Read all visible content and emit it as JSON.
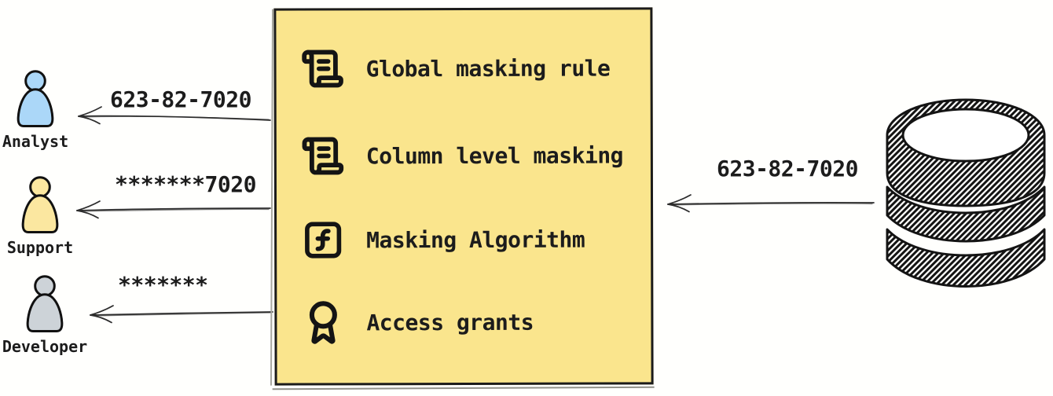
{
  "personas": [
    {
      "icon": "person-icon",
      "label": "Analyst",
      "received_value": "623-82-7020",
      "fill": "#ABD7F8"
    },
    {
      "icon": "person-icon",
      "label": "Support",
      "received_value": "*******7020",
      "fill": "#FBE7A0"
    },
    {
      "icon": "person-icon",
      "label": "Developer",
      "received_value": "*******",
      "fill": "#CDD3D8"
    }
  ],
  "masking_box": {
    "fill": "#FAE58D",
    "items": [
      {
        "icon": "scroll-text-icon",
        "label": "Global masking rule"
      },
      {
        "icon": "scroll-text-icon",
        "label": "Column level masking"
      },
      {
        "icon": "function-square-icon",
        "label": "Masking Algorithm"
      },
      {
        "icon": "award-icon",
        "label": "Access grants"
      }
    ]
  },
  "database": {
    "icon": "database-icon",
    "outgoing_value": "623-82-7020"
  }
}
